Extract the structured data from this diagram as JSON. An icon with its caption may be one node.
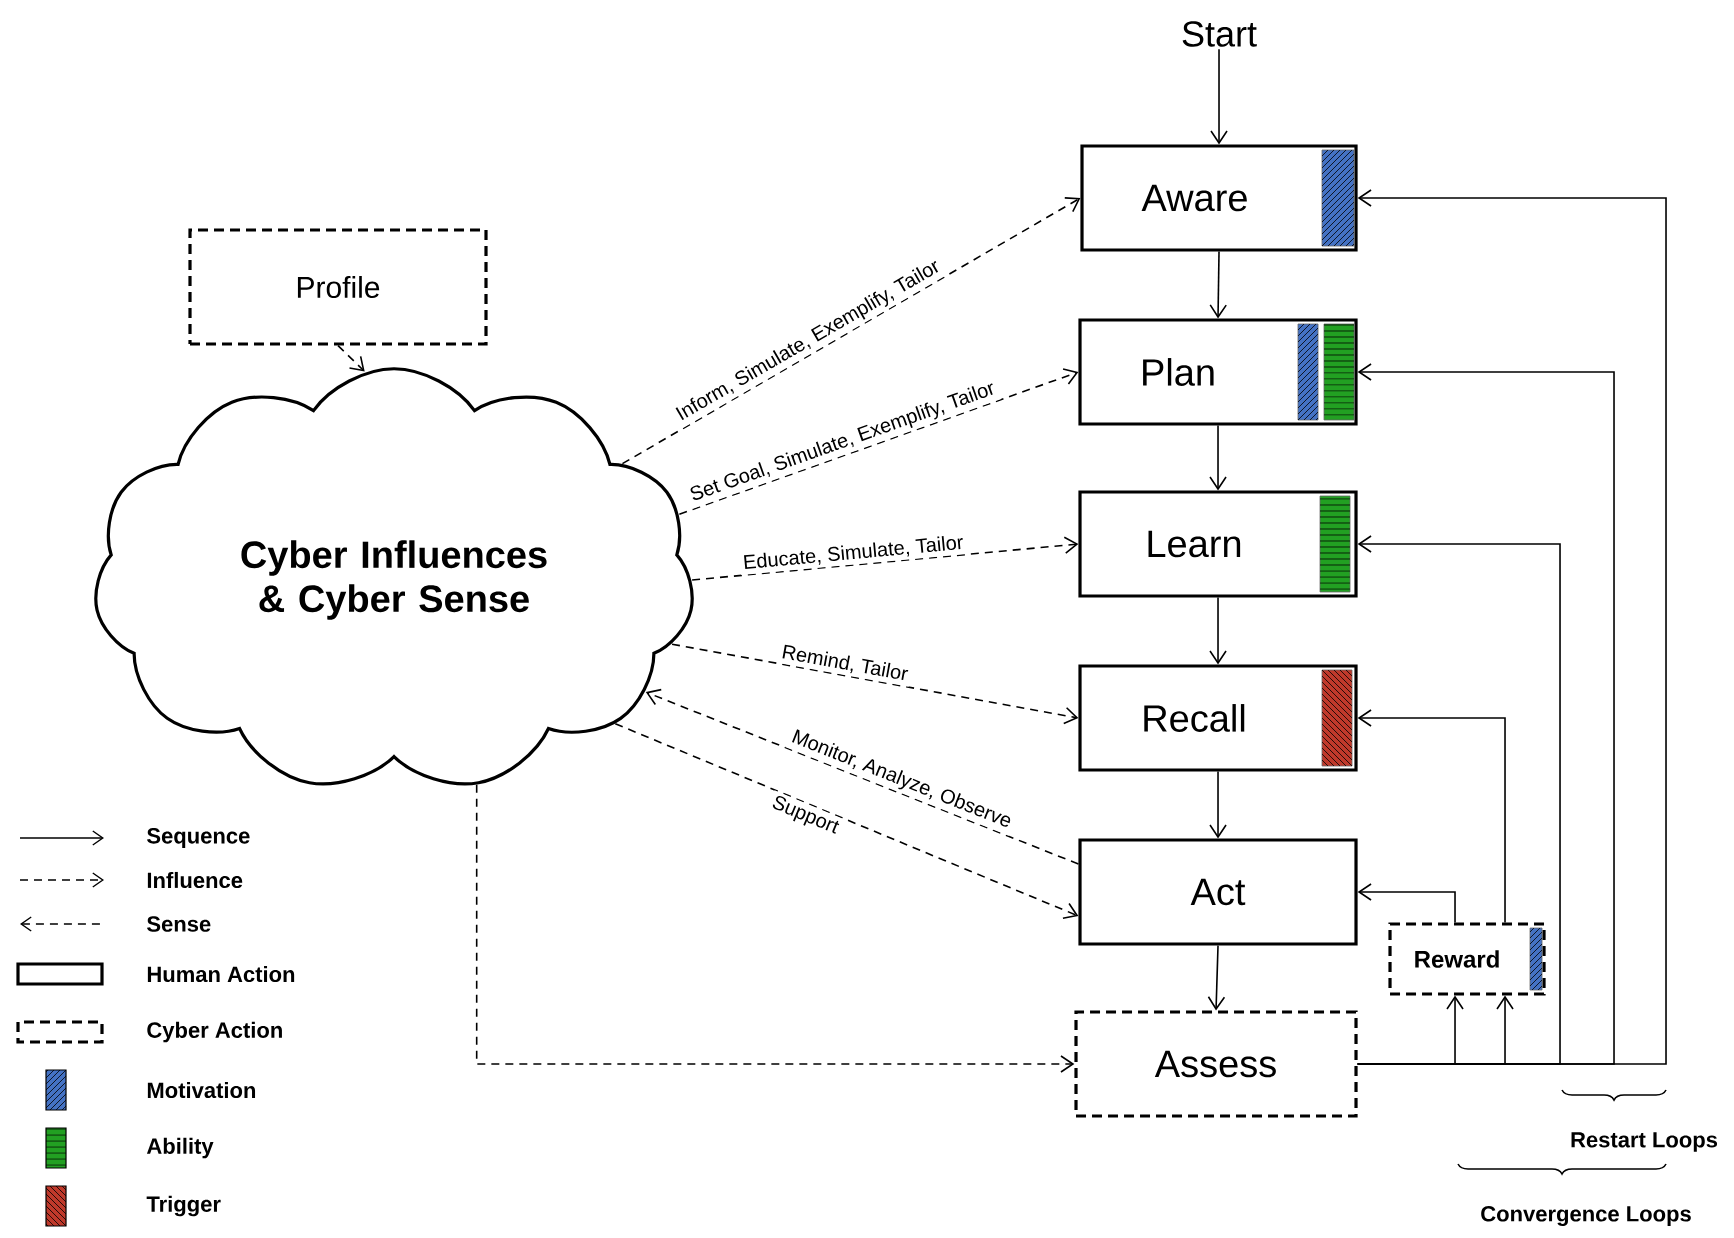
{
  "diagram": {
    "nodes": [
      {
        "text": [
          "Start"
        ]
      },
      {
        "text": [
          "Aware"
        ]
      },
      {
        "text": [
          "Plan"
        ]
      },
      {
        "text": [
          "Learn"
        ]
      },
      {
        "text": [
          "Recall"
        ]
      },
      {
        "text": [
          "Act"
        ]
      },
      {
        "text": [
          "Assess"
        ]
      },
      {
        "text": [
          "Reward"
        ]
      },
      {
        "text": [
          "Profile"
        ]
      },
      {
        "text": [
          "Cyber Influences & Cyber Sense"
        ]
      }
    ],
    "edges": [
      {
        "from": 0,
        "to": 1,
        "arrow": "to"
      },
      {
        "from": 1,
        "to": 2,
        "arrow": "to"
      },
      {
        "from": 2,
        "to": 3,
        "arrow": "to"
      },
      {
        "from": 3,
        "to": 4,
        "arrow": "to"
      },
      {
        "from": 4,
        "to": 5,
        "arrow": "to"
      },
      {
        "from": 5,
        "to": 6,
        "arrow": "to"
      },
      {
        "from": 6,
        "to": 7,
        "arrow": "to"
      },
      {
        "from": 6,
        "to": 7,
        "arrow": "to"
      },
      {
        "from": 7,
        "to": 5,
        "arrow": "to"
      },
      {
        "from": 7,
        "to": 4,
        "arrow": "to"
      },
      {
        "from": 6,
        "to": 3,
        "arrow": "to"
      },
      {
        "from": 6,
        "to": 2,
        "arrow": "to"
      },
      {
        "from": 6,
        "to": 1,
        "arrow": "to"
      },
      {
        "from": 8,
        "to": 9,
        "arrow": "to",
        "style": "dashed"
      },
      {
        "from": 9,
        "to": 1,
        "arrow": "to",
        "style": "dashed",
        "label": "Inform, Simulate, Exemplify, Tailor"
      },
      {
        "from": 9,
        "to": 2,
        "arrow": "to",
        "style": "dashed",
        "label": "Set Goal, Simulate, Exemplify, Tailor"
      },
      {
        "from": 9,
        "to": 3,
        "arrow": "to",
        "style": "dashed",
        "label": "Educate, Simulate, Tailor"
      },
      {
        "from": 9,
        "to": 4,
        "arrow": "to",
        "style": "dashed",
        "label": "Remind, Tailor"
      },
      {
        "from": 5,
        "to": 9,
        "arrow": "to",
        "style": "dashed",
        "label": "Monitor, Analyze, Observe"
      },
      {
        "from": 9,
        "to": 5,
        "arrow": "to",
        "style": "dashed",
        "label": "Support"
      },
      {
        "from": 9,
        "to": 6,
        "arrow": "to",
        "style": "dashed"
      }
    ],
    "labels": [
      "Restart Loops",
      "Convergence Loops"
    ],
    "legend": [
      {
        "text": "Sequence"
      },
      {
        "text": "Influence"
      },
      {
        "text": "Sense"
      },
      {
        "text": "Human Action"
      },
      {
        "text": "Cyber Action"
      },
      {
        "text": "Motivation",
        "color": "#4472c4"
      },
      {
        "text": "Ability",
        "color": "#22a022"
      },
      {
        "text": "Trigger",
        "color": "#c0392b"
      }
    ]
  }
}
